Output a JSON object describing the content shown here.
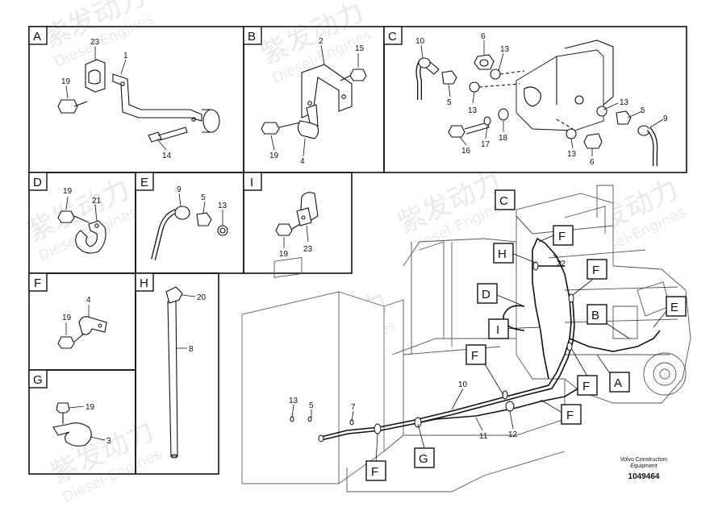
{
  "panels": {
    "A": {
      "letter": "A",
      "callouts": {
        "c23": "23",
        "c1": "1",
        "c19": "19",
        "c14": "14"
      }
    },
    "B": {
      "letter": "B",
      "callouts": {
        "c2": "2",
        "c15": "15",
        "c19": "19",
        "c4": "4"
      }
    },
    "C": {
      "letter": "C",
      "callouts": {
        "c10": "10",
        "c6a": "6",
        "c13a": "13",
        "c5a": "5",
        "c13b": "13",
        "c13c": "13",
        "c5b": "5",
        "c9": "9",
        "c16": "16",
        "c17": "17",
        "c18": "18",
        "c13d": "13",
        "c6b": "6"
      }
    },
    "D": {
      "letter": "D",
      "callouts": {
        "c19": "19",
        "c21": "21"
      }
    },
    "E": {
      "letter": "E",
      "callouts": {
        "c9": "9",
        "c5": "5",
        "c13": "13"
      }
    },
    "I": {
      "letter": "I",
      "callouts": {
        "c19": "19",
        "c23": "23"
      }
    },
    "F": {
      "letter": "F",
      "callouts": {
        "c4": "4",
        "c19": "19"
      }
    },
    "H": {
      "letter": "H",
      "callouts": {
        "c20": "20",
        "c8": "8"
      }
    },
    "G": {
      "letter": "G",
      "callouts": {
        "c19": "19",
        "c3": "3"
      }
    }
  },
  "overview": {
    "tags": {
      "C": "C",
      "H": "H",
      "F1": "F",
      "F2": "F",
      "D": "D",
      "B": "B",
      "E": "E",
      "I": "I",
      "F3": "F",
      "A": "A",
      "F4": "F",
      "F5": "F",
      "G": "G",
      "F6": "F"
    },
    "callouts": {
      "c22": "22",
      "c13": "13",
      "c5": "5",
      "c7": "7",
      "c10": "10",
      "c11": "11",
      "c12": "12"
    }
  },
  "footer": {
    "company_line1": "Volvo Construction",
    "company_line2": "Equipment",
    "part_number": "1049464"
  },
  "watermark": {
    "chinese": "紫发动力",
    "english": "Diesel-Engines"
  }
}
